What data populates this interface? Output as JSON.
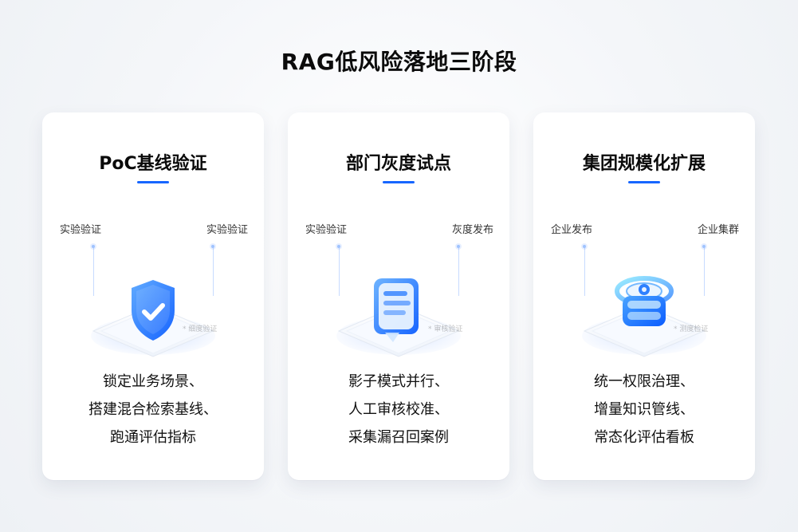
{
  "title": "RAG低风险落地三阶段",
  "colors": {
    "accent": "#1766ff",
    "icon_primary": "#1a73ff",
    "platform": "#ffffff",
    "background": "#eef1f5"
  },
  "stages": [
    {
      "title": "PoC基线验证",
      "left_label": "实验验证",
      "right_label": "实验验证",
      "tiny_label": "* 细度验证",
      "icon": "shield-check-icon",
      "bullets": [
        "锁定业务场景、",
        "搭建混合检索基线、",
        "跑通评估指标"
      ]
    },
    {
      "title": "部门灰度试点",
      "left_label": "实验验证",
      "right_label": "灰度发布",
      "tiny_label": "* 审核验证",
      "icon": "document-icon",
      "bullets": [
        "影子模式并行、",
        "人工审核校准、",
        "采集漏召回案例"
      ]
    },
    {
      "title": "集团规模化扩展",
      "left_label": "企业发布",
      "right_label": "企业集群",
      "tiny_label": "* 测度检证",
      "icon": "database-cluster-icon",
      "bullets": [
        "统一权限治理、",
        "增量知识管线、",
        "常态化评估看板"
      ]
    }
  ]
}
